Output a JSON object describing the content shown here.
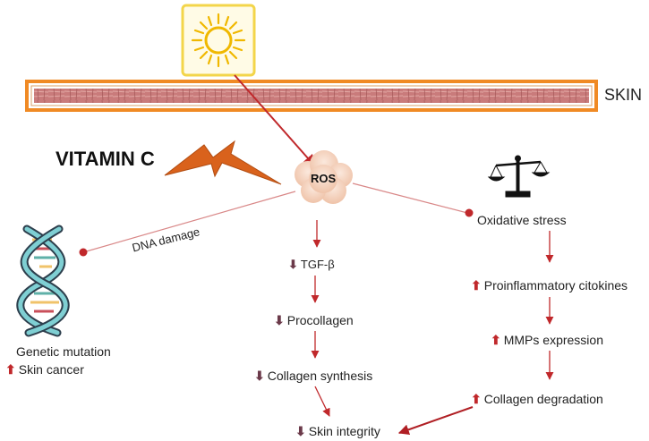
{
  "labels": {
    "skin": "SKIN",
    "vitamin_c": "VITAMIN C",
    "ros": "ROS",
    "dna_damage": "DNA damage",
    "oxidative_stress": "Oxidative stress",
    "tgf": "TGF-β",
    "procollagen": "Procollagen",
    "collagen_synthesis": "Collagen synthesis",
    "skin_integrity": "Skin integrity",
    "proinflammatory": "Proinflammatory citokines",
    "mmps": "MMPs expression",
    "collagen_degradation": "Collagen degradation",
    "genetic_mutation": "Genetic mutation",
    "skin_cancer": "Skin cancer"
  },
  "arrow_glyphs": {
    "up": "⬆",
    "down": "⬇"
  },
  "colors": {
    "arrow_red": "#c0282b",
    "arrow_down_maroon": "#6b3a4a",
    "sun_yellow": "#f3c21a",
    "skin_border": "#f08a24",
    "bolt_orange": "#d9621c",
    "ros_cloud": "#f6d9c6"
  },
  "icons": [
    "sun-icon",
    "lightning-bolt-icon",
    "ros-cloud-icon",
    "balance-scale-icon",
    "dna-helix-icon"
  ]
}
